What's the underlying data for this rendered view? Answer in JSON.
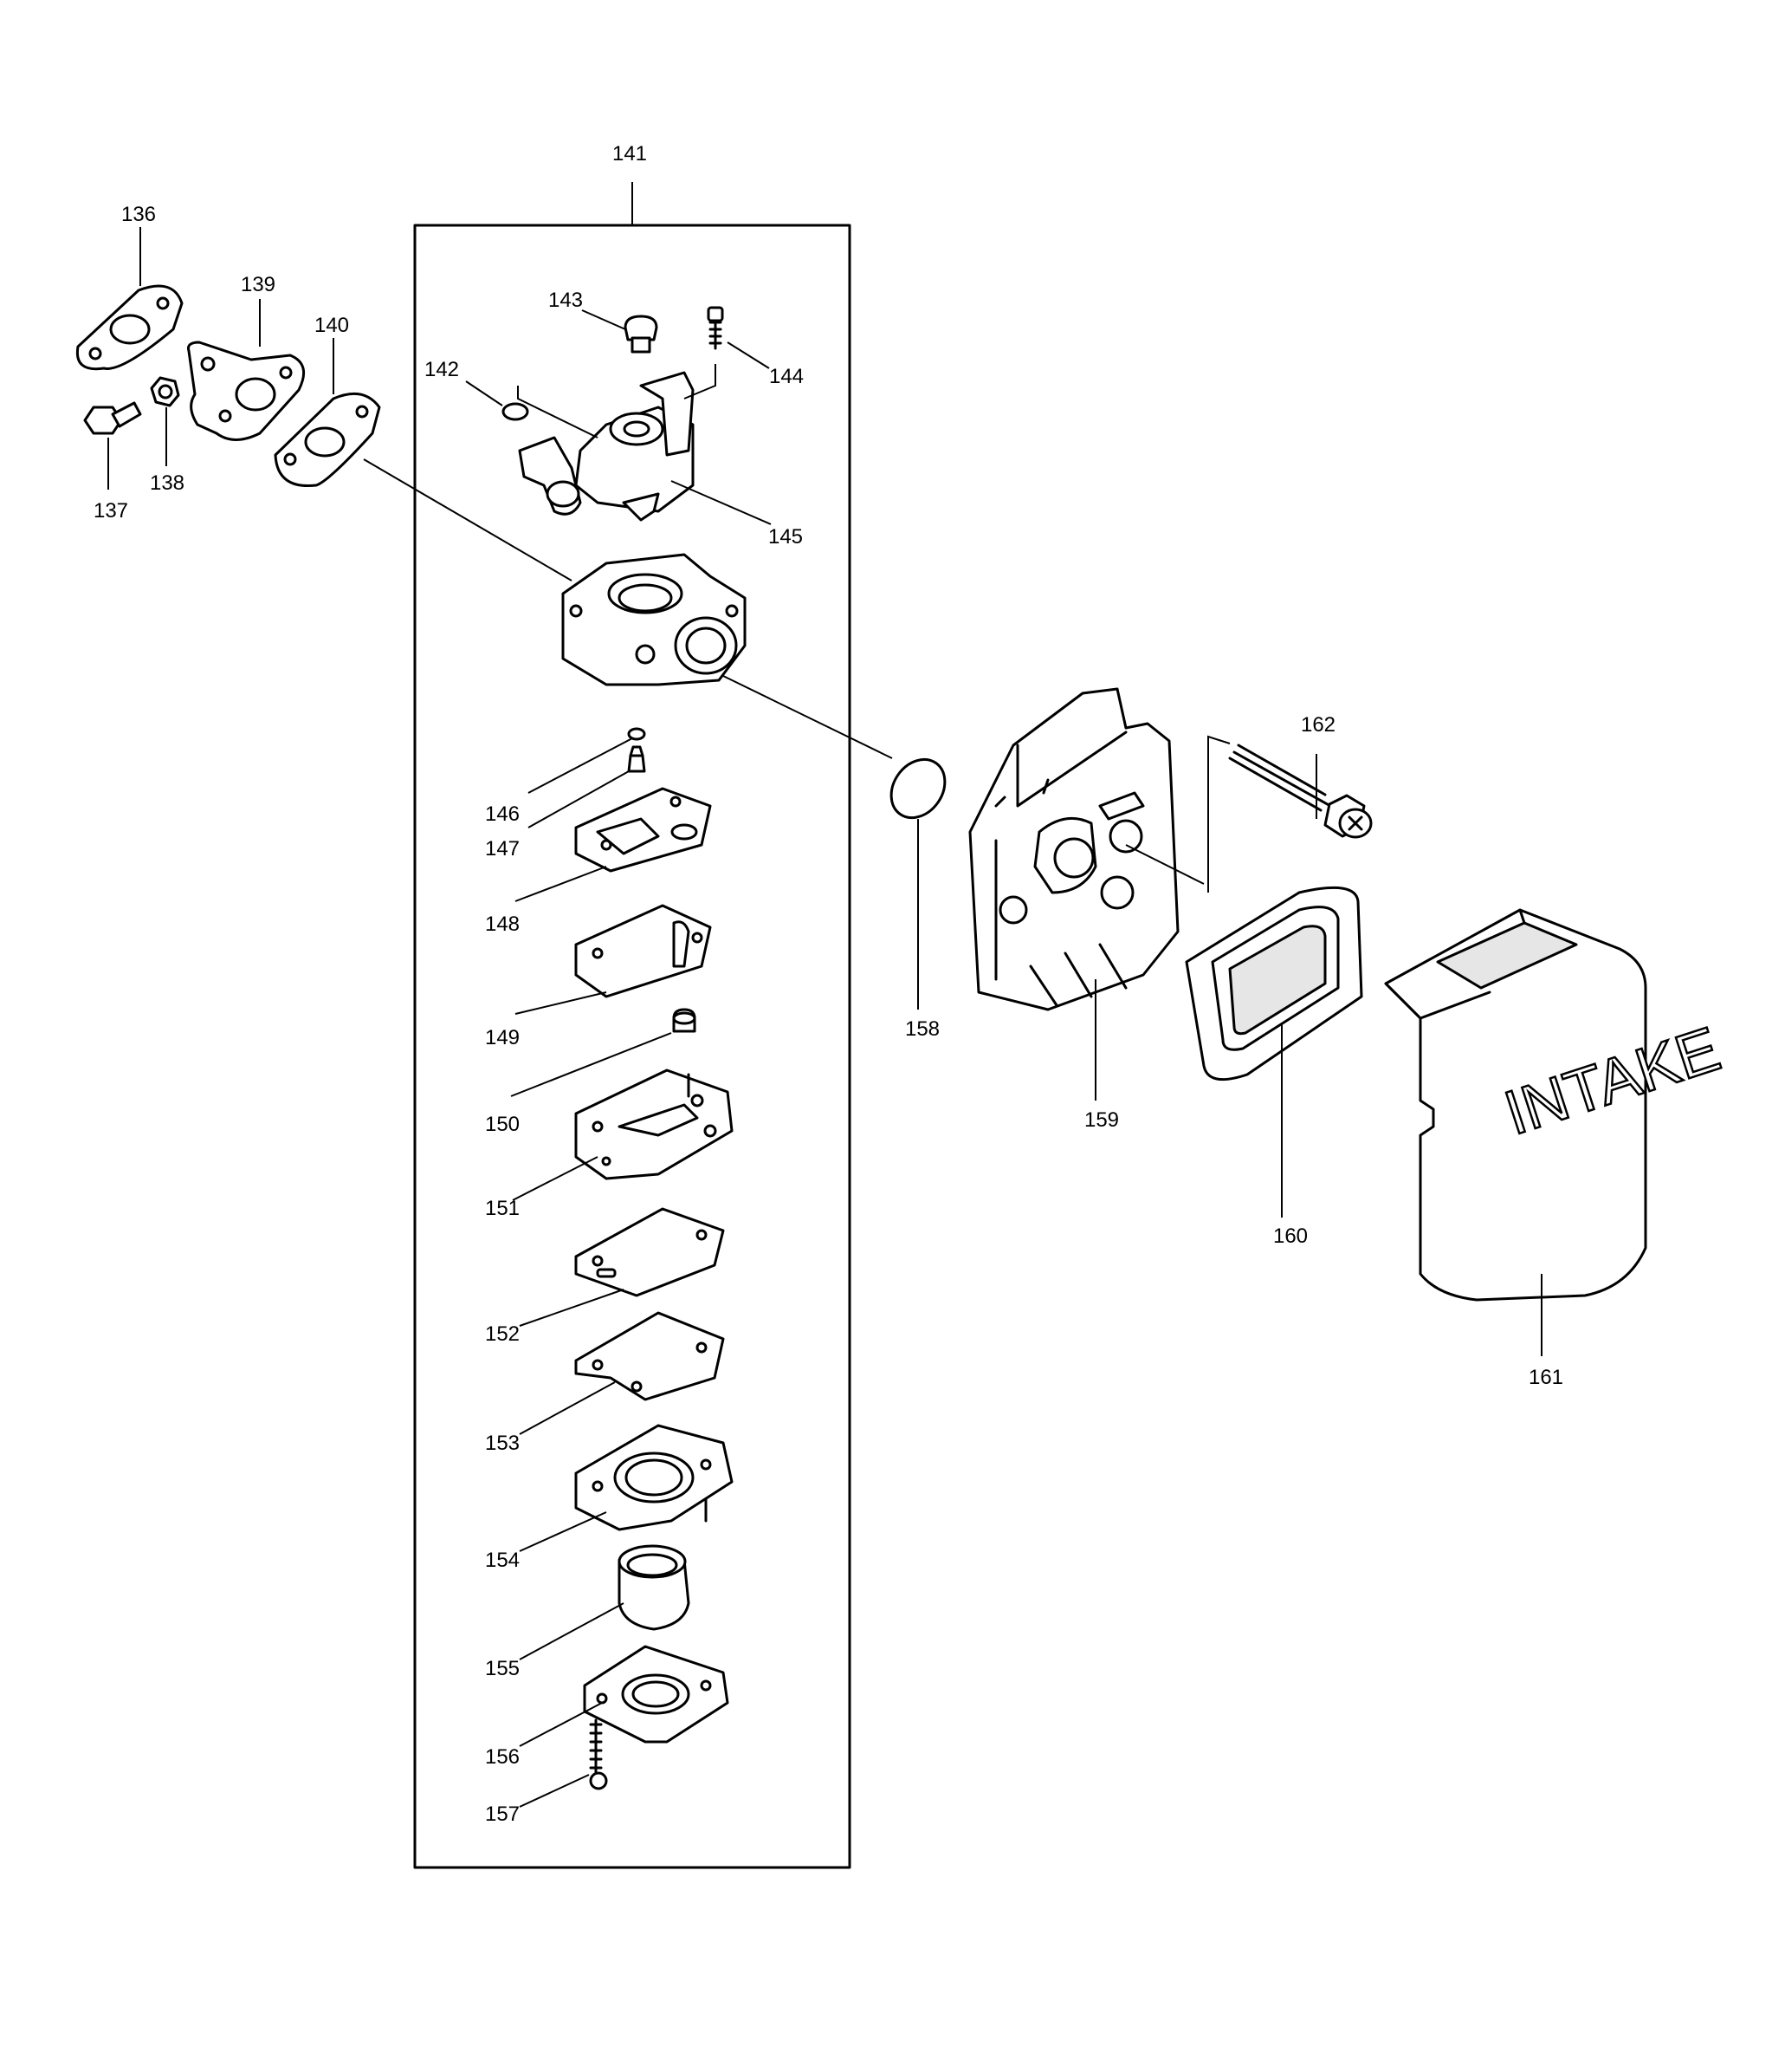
{
  "labels": {
    "p136": "136",
    "p137": "137",
    "p138": "138",
    "p139": "139",
    "p140": "140",
    "p141": "141",
    "p142": "142",
    "p143": "143",
    "p144": "144",
    "p145": "145",
    "p146": "146",
    "p147": "147",
    "p148": "148",
    "p149": "149",
    "p150": "150",
    "p151": "151",
    "p152": "152",
    "p153": "153",
    "p154": "154",
    "p155": "155",
    "p156": "156",
    "p157": "157",
    "p158": "158",
    "p159": "159",
    "p160": "160",
    "p161": "161",
    "p162": "162"
  },
  "cover_text": "INTAKE"
}
